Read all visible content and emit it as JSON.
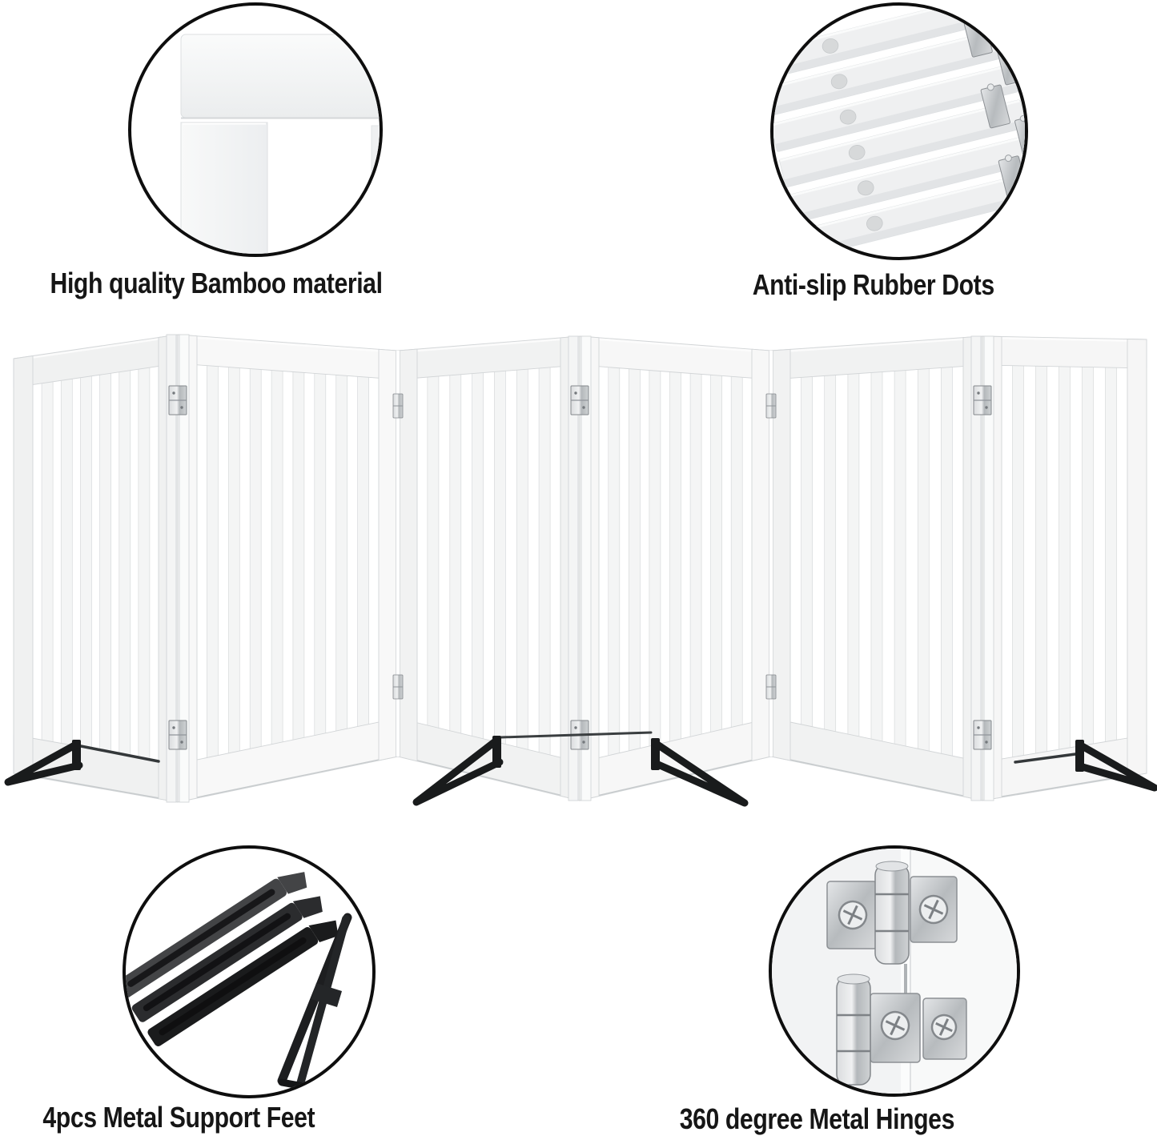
{
  "features": [
    {
      "label": "High quality Bamboo material",
      "inset_icon": "frame-corner-closeup-photo"
    },
    {
      "label": "Anti-slip Rubber Dots",
      "inset_icon": "folded-panels-stack-photo"
    },
    {
      "label": "4pcs Metal Support Feet",
      "inset_icon": "black-metal-feet-photo"
    },
    {
      "label": "360 degree Metal Hinges",
      "inset_icon": "metal-hinges-closeup-photo"
    }
  ],
  "product_illustration": {
    "description": "six-panel white freestanding folding pet gate in zigzag arrangement",
    "panels_visible": 6,
    "support_feet_visible": 4
  },
  "colors": {
    "background": "#ffffff",
    "label_text": "#161616",
    "circle_border": "#0e0e0e",
    "gate_white": "#f4f5f5",
    "gate_edge": "#d2d5d7",
    "hinge_silver": "#b6babd",
    "foot_black": "#191b1c"
  }
}
